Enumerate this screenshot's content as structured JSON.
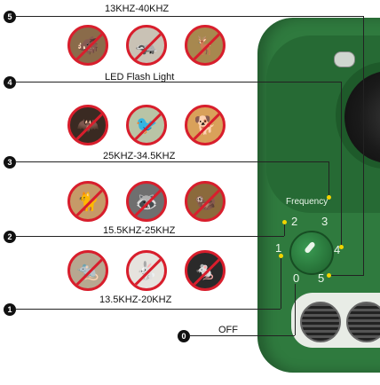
{
  "ranges": [
    {
      "id": "5",
      "label": "13KHZ-40KHZ"
    },
    {
      "id": "4",
      "label": "LED Flash Light"
    },
    {
      "id": "3",
      "label": "25KHZ-34.5KHZ"
    },
    {
      "id": "2",
      "label": "15.5KHZ-25KHZ"
    },
    {
      "id": "1",
      "label": "13.5KHZ-20KHZ"
    },
    {
      "id": "0",
      "label": "OFF"
    }
  ],
  "device": {
    "frequency_label": "Frequency",
    "dial_numbers": [
      "0",
      "1",
      "2",
      "3",
      "4",
      "5"
    ]
  },
  "animals": {
    "row5": [
      "boar",
      "badger",
      "deer"
    ],
    "row4": [
      "bat",
      "bird",
      "dog"
    ],
    "row3": [
      "cat",
      "raccoon",
      "weasel"
    ],
    "row1": [
      "rat",
      "rabbit",
      "mole"
    ]
  },
  "colors": {
    "device_green": "#2f7a3e",
    "prohibition_red": "#d81e2c",
    "indicator_yellow": "#f2d400"
  }
}
